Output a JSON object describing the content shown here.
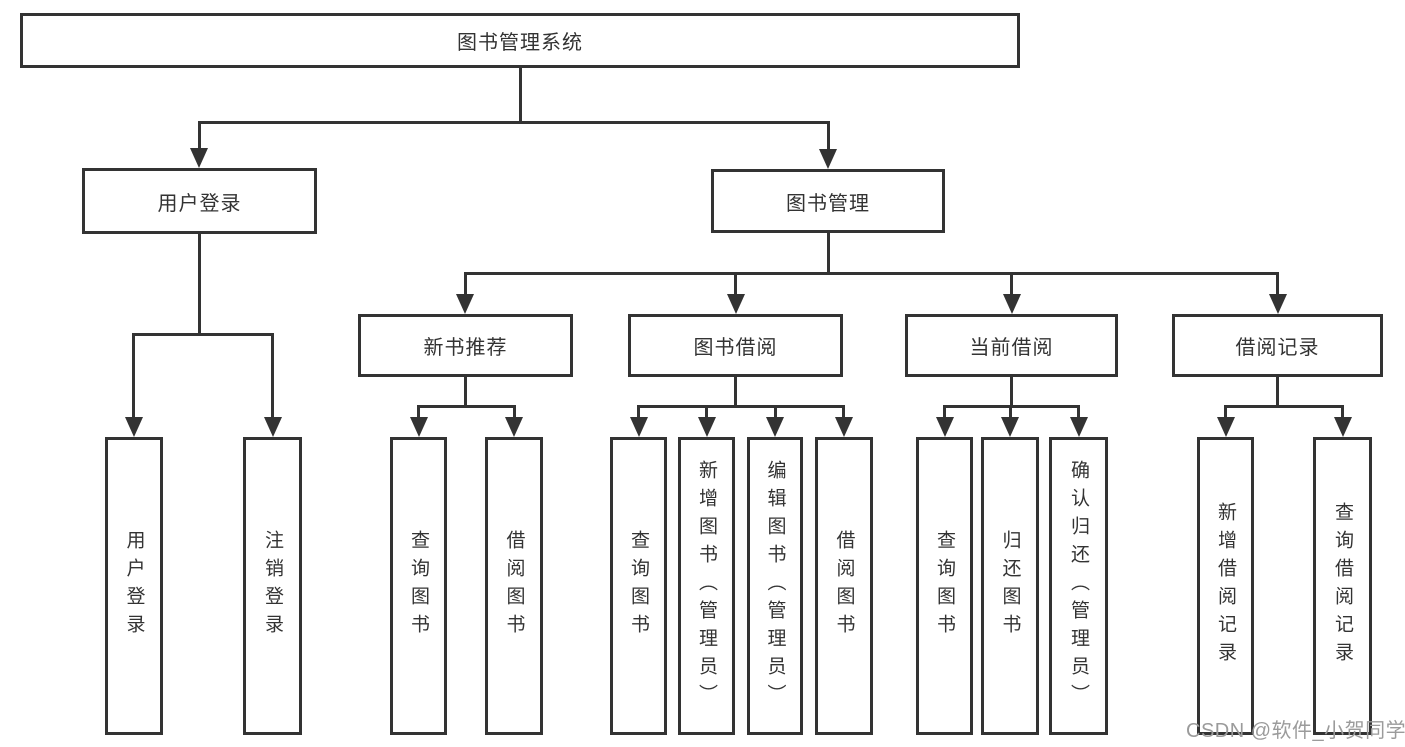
{
  "diagram": {
    "root": {
      "label": "图书管理系统"
    },
    "level2": [
      {
        "label": "用户登录"
      },
      {
        "label": "图书管理"
      }
    ],
    "level3": [
      {
        "label": "新书推荐"
      },
      {
        "label": "图书借阅"
      },
      {
        "label": "当前借阅"
      },
      {
        "label": "借阅记录"
      }
    ],
    "leaves": {
      "user": [
        "用户登录",
        "注销登录"
      ],
      "recommend": [
        "查询图书",
        "借阅图书"
      ],
      "borrow": [
        "查询图书",
        "新增图书（管理员）",
        "编辑图书（管理员）",
        "借阅图书"
      ],
      "current": [
        "查询图书",
        "归还图书",
        "确认归还（管理员）"
      ],
      "records": [
        "新增借阅记录",
        "查询借阅记录"
      ]
    }
  },
  "watermark": {
    "text": "CSDN @软件_小贺同学"
  },
  "colors": {
    "line": "#333333",
    "text": "#333333",
    "watermark": "#9b9b9b",
    "background": "#ffffff"
  }
}
